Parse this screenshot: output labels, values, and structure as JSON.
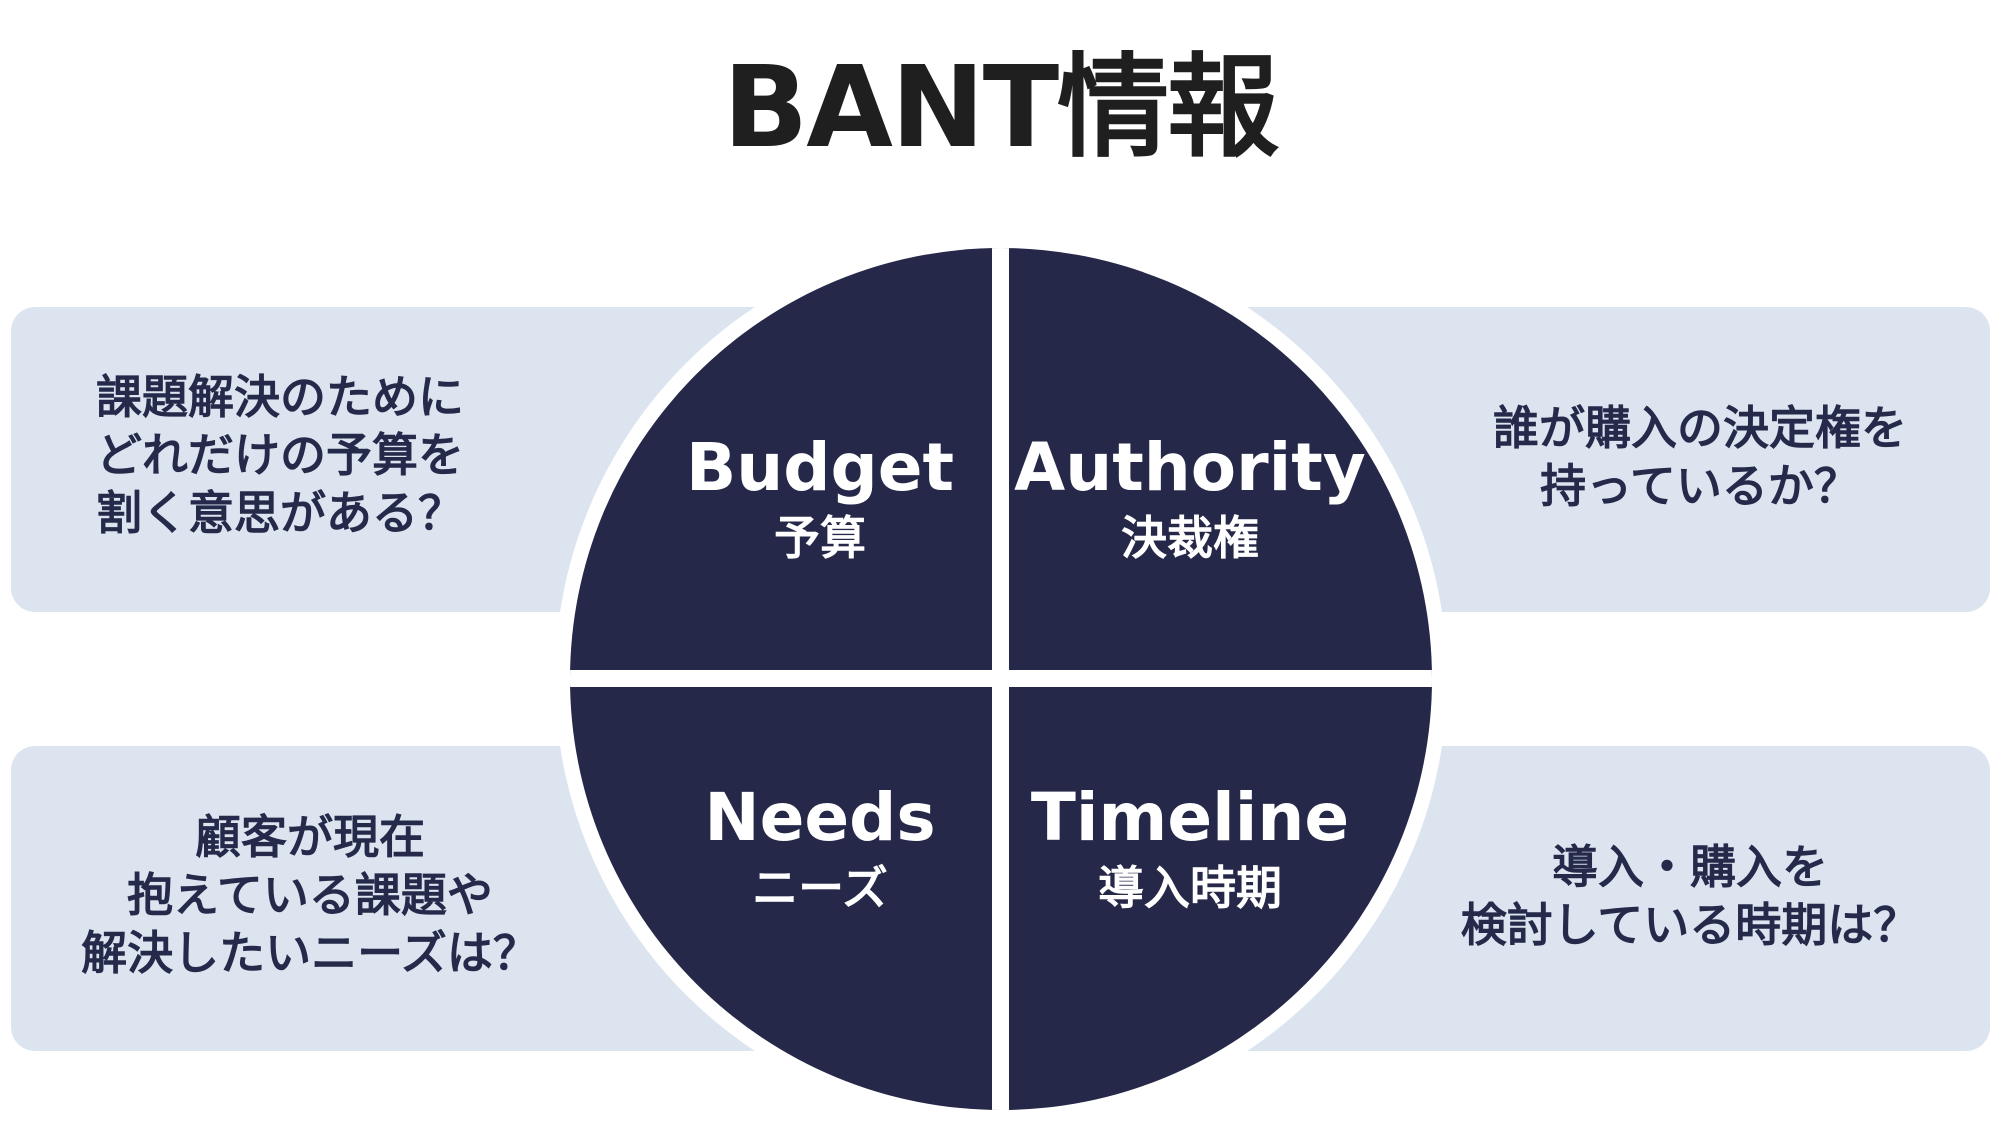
{
  "title": "BANT情報",
  "colors": {
    "circle": "#252849",
    "card_background": "#dce5ef",
    "card_text": "#252a4b",
    "title_text": "#1f1f1f",
    "background": "#ffffff"
  },
  "quadrants": [
    {
      "position": "top-left",
      "label_en": "Budget",
      "label_ja": "予算",
      "question": "課題解決のために\nどれだけの予算を\n割く意思がある？"
    },
    {
      "position": "top-right",
      "label_en": "Authority",
      "label_ja": "決裁権",
      "question": "誰が購入の決定権を\n持っているか？"
    },
    {
      "position": "bottom-left",
      "label_en": "Needs",
      "label_ja": "ニーズ",
      "question": "顧客が現在\n抱えている課題や\n解決したいニーズは？"
    },
    {
      "position": "bottom-right",
      "label_en": "Timeline",
      "label_ja": "導入時期",
      "question": "導入・購入を\n検討している時期は？"
    }
  ]
}
